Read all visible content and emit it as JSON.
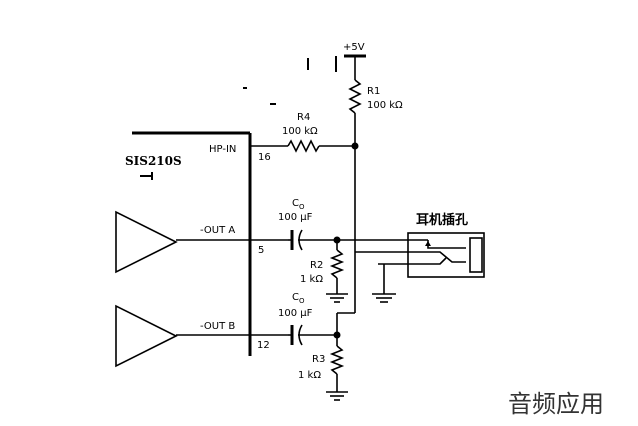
{
  "supply_label": "+5V",
  "chip": {
    "name": "SIS210S",
    "hp_in_label": "HP-IN",
    "hp_in_pin": "16",
    "out_a_label": "-OUT A",
    "out_a_pin": "5",
    "out_b_label": "-OUT B",
    "out_b_pin": "12"
  },
  "r1": {
    "name": "R1",
    "value": "100 kΩ"
  },
  "r4": {
    "name": "R4",
    "value": "100 kΩ"
  },
  "r2": {
    "name": "R2",
    "value": "1 kΩ"
  },
  "r3": {
    "name": "R3",
    "value": "1 kΩ"
  },
  "c_a": {
    "name": "C",
    "sub": "O",
    "value": "100 μF"
  },
  "c_b": {
    "name": "C",
    "sub": "O",
    "value": "100 μF"
  },
  "jack_label": "耳机插孔",
  "watermark": "音频应用"
}
